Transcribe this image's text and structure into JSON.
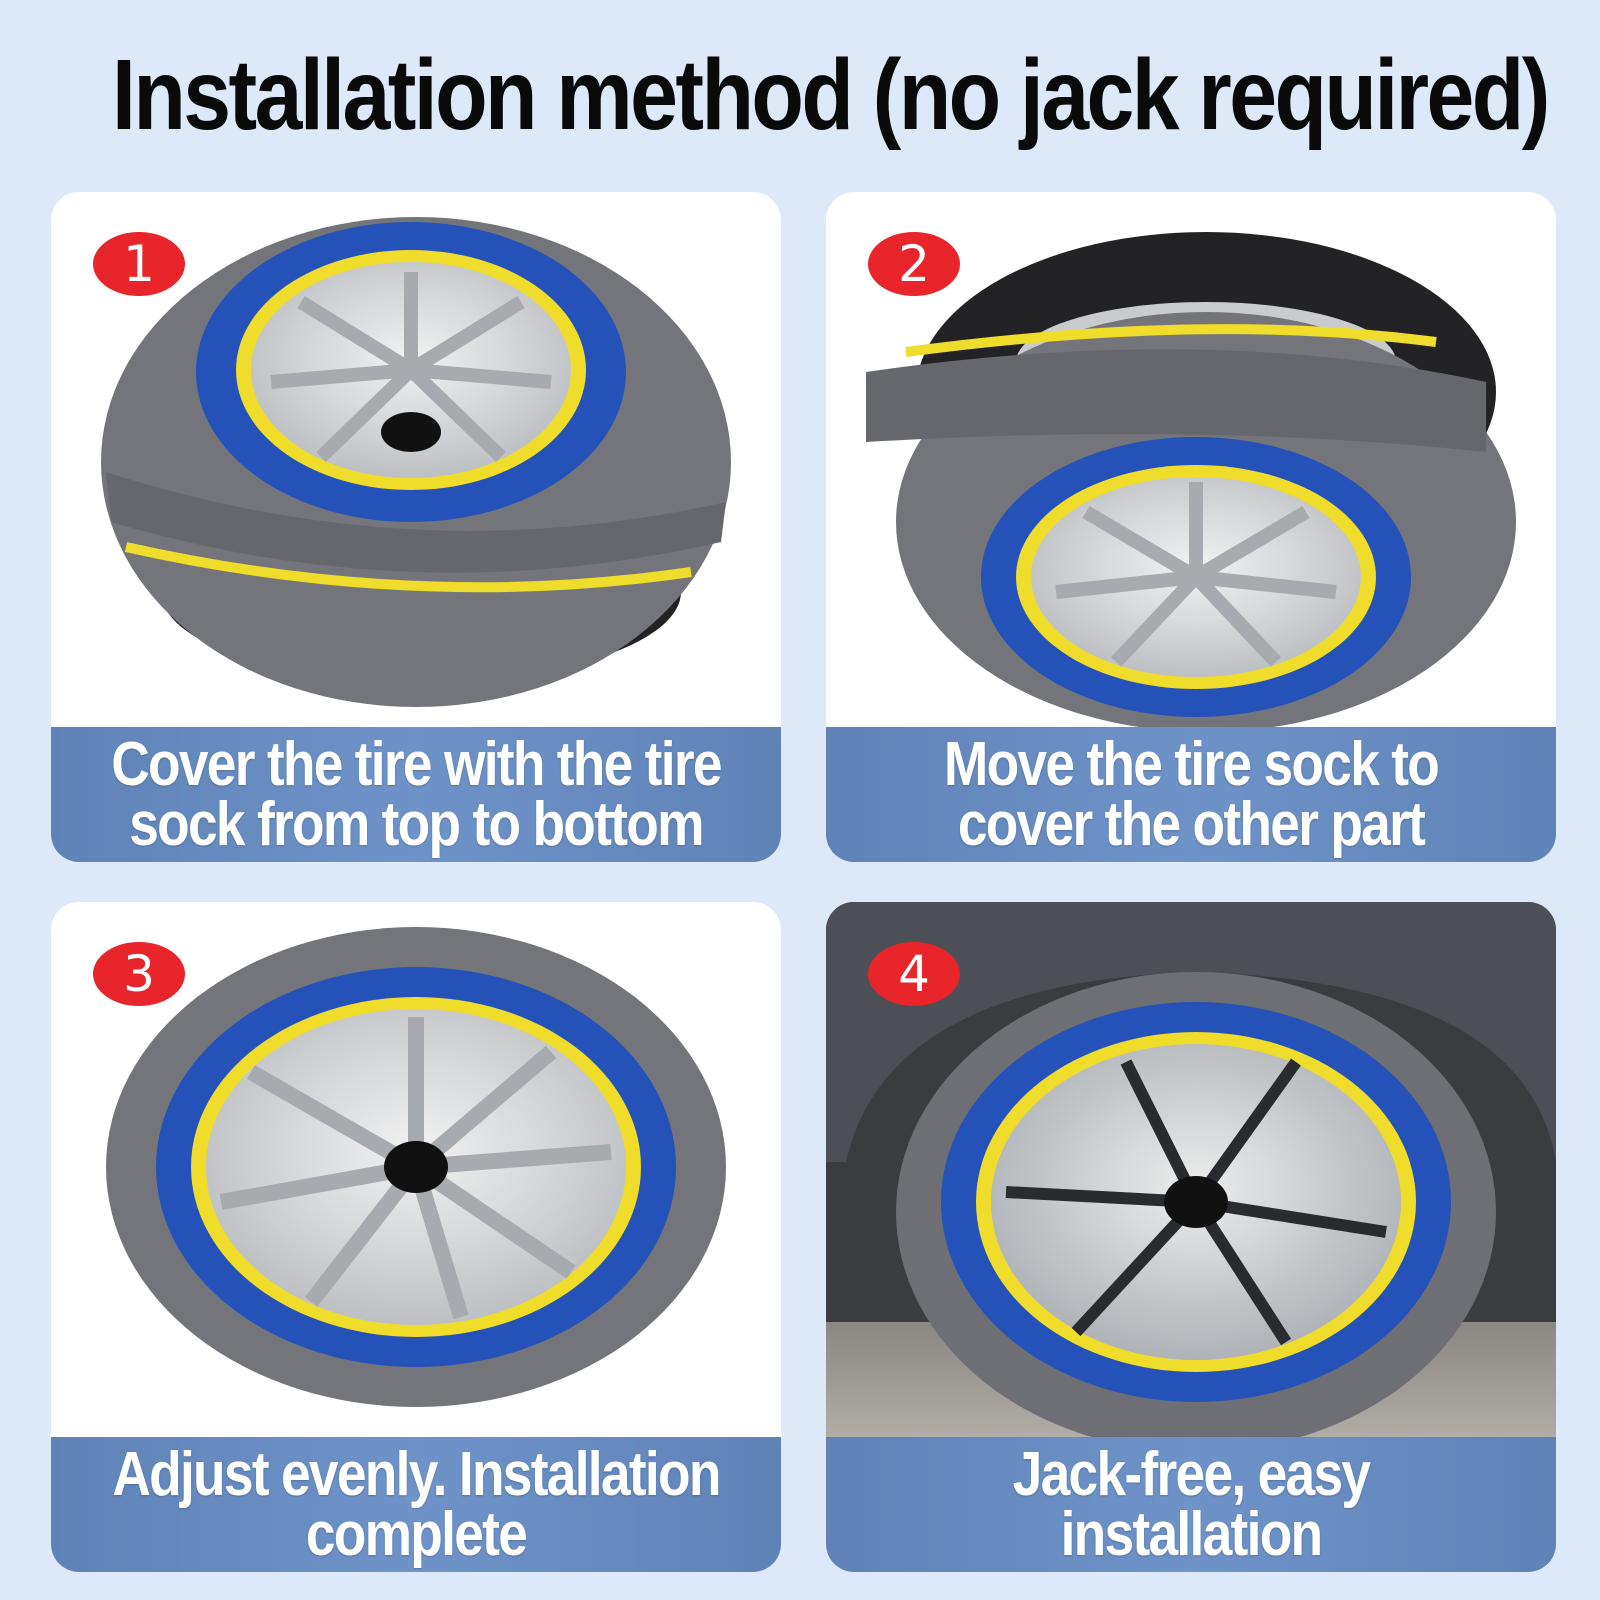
{
  "title": "Installation method (no jack required)",
  "colors": {
    "background": "#dde8f8",
    "badge": "#e8252a",
    "caption_band": "#6e93c8",
    "sock_gray": "#77777d",
    "sock_blue": "#2552b8",
    "sock_yellow": "#f0dc2a",
    "tire_black": "#2a2a2c"
  },
  "steps": [
    {
      "number": "1",
      "caption": "Cover the tire with the tire sock from top to bottom"
    },
    {
      "number": "2",
      "caption": "Move the tire sock to cover the other part"
    },
    {
      "number": "3",
      "caption": "Adjust evenly. Installation complete"
    },
    {
      "number": "4",
      "caption": "Jack-free, easy installation"
    }
  ]
}
